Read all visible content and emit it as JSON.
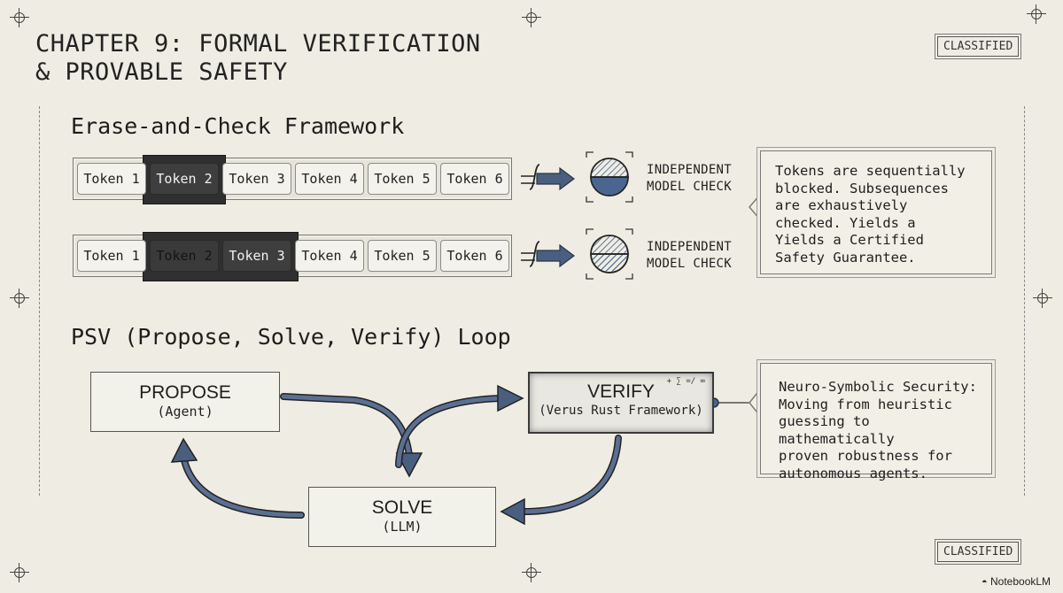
{
  "header": {
    "title_line1": "CHAPTER 9: FORMAL VERIFICATION",
    "title_line2": "& PROVABLE SAFETY",
    "classified_top": "CLASSIFIED",
    "classified_bottom": "CLASSIFIED"
  },
  "erase_check": {
    "heading": "Erase-and-Check Framework",
    "row1_tokens": [
      "Token 1",
      "Token 2",
      "Token 3",
      "Token 4",
      "Token 5",
      "Token 6"
    ],
    "row2_tokens": [
      "Token 1",
      "Token 2",
      "Token 3",
      "Token 4",
      "Token 5",
      "Token 6"
    ],
    "check_line1": "INDEPENDENT",
    "check_line2": "MODEL CHECK",
    "callout": [
      "Tokens are sequentially",
      "blocked. Subsequences",
      "are exhaustively",
      "checked. Yields a",
      "Yields a Certified",
      "Safety Guarantee."
    ]
  },
  "psv": {
    "heading": "PSV (Propose, Solve, Verify) Loop",
    "propose_title": "PROPOSE",
    "propose_sub": "(Agent)",
    "verify_title": "VERIFY",
    "verify_sub": "(Verus Rust Framework)",
    "verify_symbols": "+ ∑ =/ ∞",
    "solve_title": "SOLVE",
    "solve_sub": "(LLM)",
    "callout": [
      "Neuro-Symbolic Security:",
      "Moving from heuristic",
      "guessing to mathematically",
      "proven robustness for",
      "autonomous agents."
    ]
  },
  "footer": {
    "brand": "NotebookLM"
  }
}
